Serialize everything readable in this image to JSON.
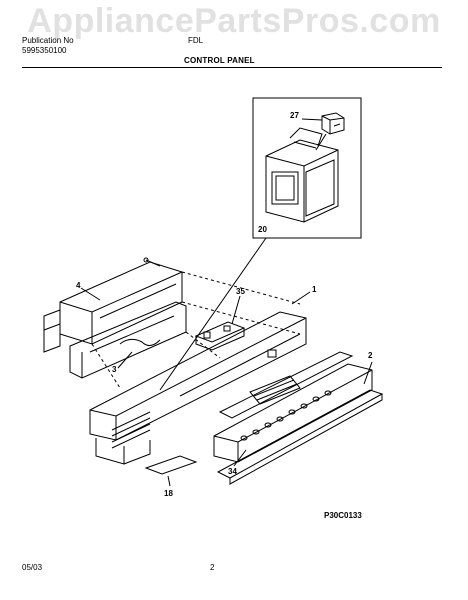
{
  "watermark": "AppliancePartsPros.com",
  "header": {
    "publication_label": "Publication No",
    "publication_number": "5995350100",
    "model_partial": "FDL",
    "title": "CONTROL PANEL"
  },
  "part_labels": {
    "p1": "1",
    "p2": "2",
    "p3": "3",
    "p4": "4",
    "p18": "18",
    "p20": "20",
    "p27": "27",
    "p34": "34",
    "p35": "35"
  },
  "reference_code": "P30C0133",
  "footer": {
    "date": "05/03",
    "page": "2"
  }
}
